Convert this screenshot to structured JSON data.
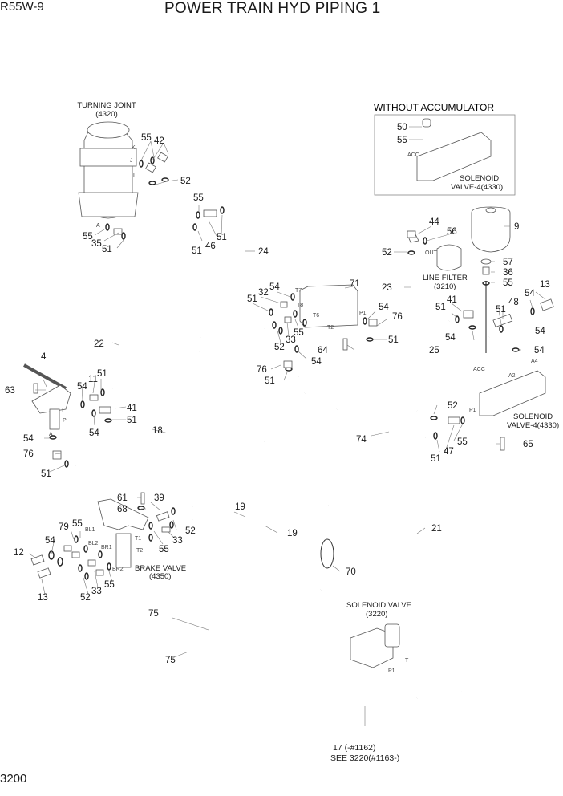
{
  "header": {
    "model": "R55W-9",
    "title": "POWER TRAIN HYD PIPING 1"
  },
  "footer": {
    "page_number": "3200"
  },
  "assemblies": {
    "turning_joint": {
      "name": "TURNING JOINT",
      "ref": "(4320)",
      "ports": [
        "K",
        "J",
        "L",
        "A"
      ]
    },
    "without_accumulator": {
      "title": "WITHOUT ACCUMULATOR",
      "valve_name": "SOLENOID",
      "valve_ref": "VALVE-4(4330)",
      "port": "ACC"
    },
    "line_filter": {
      "name": "LINE FILTER",
      "ref": "(3210)",
      "port": "OUT"
    },
    "solenoid_valve_4": {
      "name": "SOLENOID",
      "ref": "VALVE-4(4330)",
      "ports": [
        "ACC",
        "A4",
        "A2",
        "P1"
      ]
    },
    "brake_valve": {
      "name": "BRAKE VALVE",
      "ref": "(4350)",
      "ports": [
        "BL1",
        "BL2",
        "BR1",
        "BR2",
        "T1",
        "T2"
      ]
    },
    "solenoid_valve": {
      "name": "SOLENOID VALVE",
      "ref": "(3220)",
      "ports": [
        "T",
        "P1"
      ]
    },
    "manifold": {
      "ports": [
        "T7",
        "T8",
        "T6",
        "T2",
        "P1"
      ]
    },
    "pedal": {
      "ports": [
        "T",
        "P",
        "A"
      ]
    }
  },
  "note": {
    "line1": "17 (-#1162)",
    "line2": "SEE 3220(#1163-)"
  },
  "callouts": [
    {
      "n": "55"
    },
    {
      "n": "42"
    },
    {
      "n": "52"
    },
    {
      "n": "55"
    },
    {
      "n": "55"
    },
    {
      "n": "35"
    },
    {
      "n": "51"
    },
    {
      "n": "51"
    },
    {
      "n": "46"
    },
    {
      "n": "51"
    },
    {
      "n": "24"
    },
    {
      "n": "50"
    },
    {
      "n": "55"
    },
    {
      "n": "44"
    },
    {
      "n": "56"
    },
    {
      "n": "9"
    },
    {
      "n": "52"
    },
    {
      "n": "57"
    },
    {
      "n": "36"
    },
    {
      "n": "23"
    },
    {
      "n": "55"
    },
    {
      "n": "54"
    },
    {
      "n": "13"
    },
    {
      "n": "71"
    },
    {
      "n": "32"
    },
    {
      "n": "54"
    },
    {
      "n": "51"
    },
    {
      "n": "55"
    },
    {
      "n": "33"
    },
    {
      "n": "52"
    },
    {
      "n": "54"
    },
    {
      "n": "76"
    },
    {
      "n": "51"
    },
    {
      "n": "64"
    },
    {
      "n": "54"
    },
    {
      "n": "76"
    },
    {
      "n": "51"
    },
    {
      "n": "41"
    },
    {
      "n": "51"
    },
    {
      "n": "48"
    },
    {
      "n": "51"
    },
    {
      "n": "54"
    },
    {
      "n": "25"
    },
    {
      "n": "54"
    },
    {
      "n": "54"
    },
    {
      "n": "22"
    },
    {
      "n": "4"
    },
    {
      "n": "63"
    },
    {
      "n": "54"
    },
    {
      "n": "11"
    },
    {
      "n": "51"
    },
    {
      "n": "41"
    },
    {
      "n": "51"
    },
    {
      "n": "54"
    },
    {
      "n": "18"
    },
    {
      "n": "54"
    },
    {
      "n": "76"
    },
    {
      "n": "51"
    },
    {
      "n": "52"
    },
    {
      "n": "74"
    },
    {
      "n": "55"
    },
    {
      "n": "47"
    },
    {
      "n": "51"
    },
    {
      "n": "65"
    },
    {
      "n": "61"
    },
    {
      "n": "39"
    },
    {
      "n": "68"
    },
    {
      "n": "52"
    },
    {
      "n": "33"
    },
    {
      "n": "55"
    },
    {
      "n": "79"
    },
    {
      "n": "55"
    },
    {
      "n": "54"
    },
    {
      "n": "12"
    },
    {
      "n": "13"
    },
    {
      "n": "52"
    },
    {
      "n": "33"
    },
    {
      "n": "55"
    },
    {
      "n": "19"
    },
    {
      "n": "19"
    },
    {
      "n": "21"
    },
    {
      "n": "70"
    },
    {
      "n": "75"
    },
    {
      "n": "75"
    }
  ]
}
